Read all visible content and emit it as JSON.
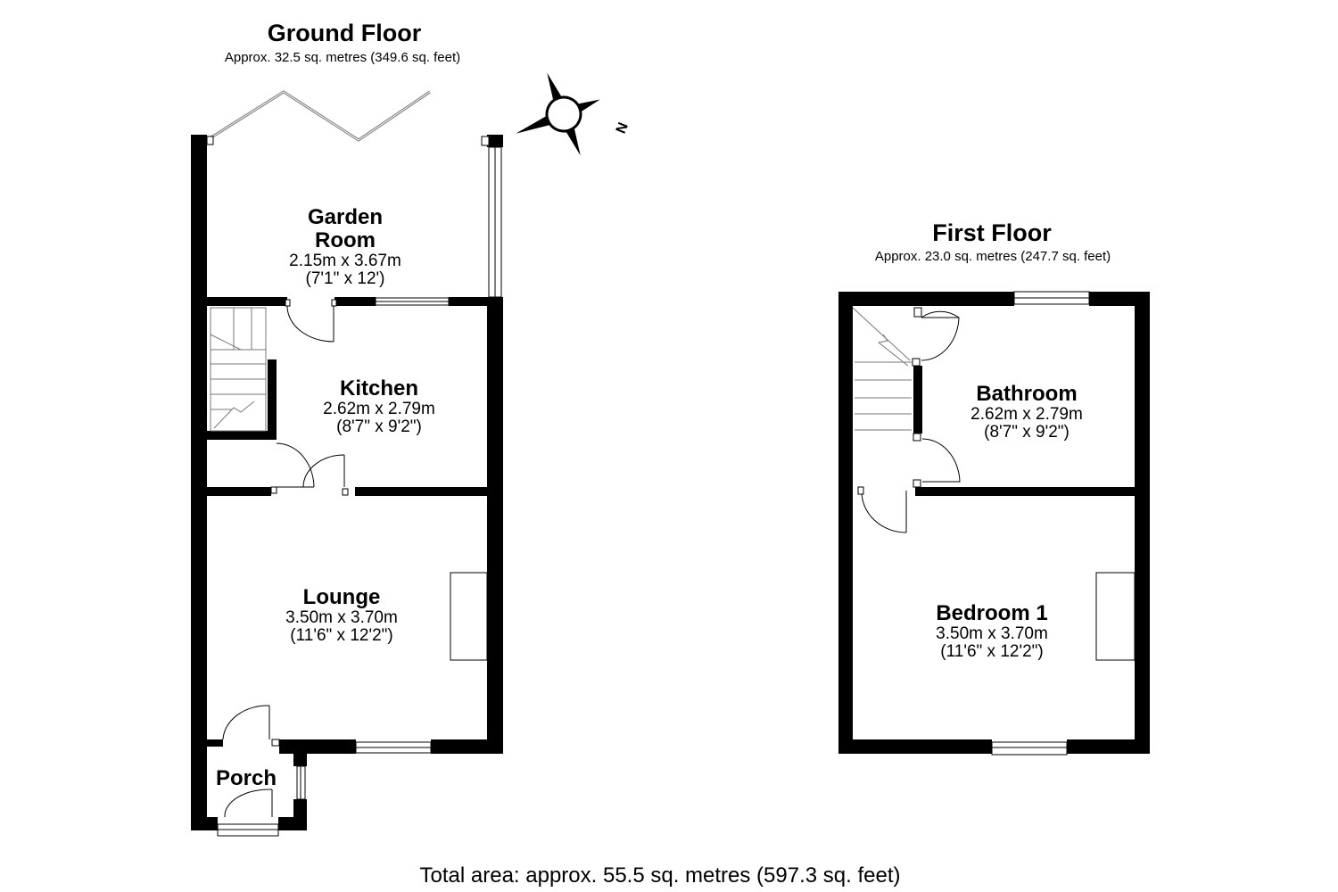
{
  "ground_floor": {
    "title": "Ground Floor",
    "area": "Approx. 32.5 sq. metres (349.6 sq. feet)",
    "rooms": [
      {
        "name": "Garden",
        "name2": "Room",
        "metric": "2.15m x 3.67m",
        "imperial": "(7'1\" x 12')"
      },
      {
        "name": "Kitchen",
        "metric": "2.62m x 2.79m",
        "imperial": "(8'7\" x 9'2\")"
      },
      {
        "name": "Lounge",
        "metric": "3.50m x 3.70m",
        "imperial": "(11'6\" x 12'2\")"
      },
      {
        "name": "Porch"
      }
    ]
  },
  "first_floor": {
    "title": "First Floor",
    "area": "Approx. 23.0 sq. metres (247.7 sq. feet)",
    "rooms": [
      {
        "name": "Bathroom",
        "metric": "2.62m x 2.79m",
        "imperial": "(8'7\" x 9'2\")"
      },
      {
        "name": "Bedroom 1",
        "metric": "3.50m x 3.70m",
        "imperial": "(11'6\" x 12'2\")"
      }
    ]
  },
  "compass": {
    "label": "N",
    "icon": "compass-icon"
  },
  "total_area": "Total area: approx. 55.5 sq. metres (597.3 sq. feet)",
  "colors": {
    "wall": "#000000",
    "background": "#ffffff",
    "fixture": "#888888"
  }
}
